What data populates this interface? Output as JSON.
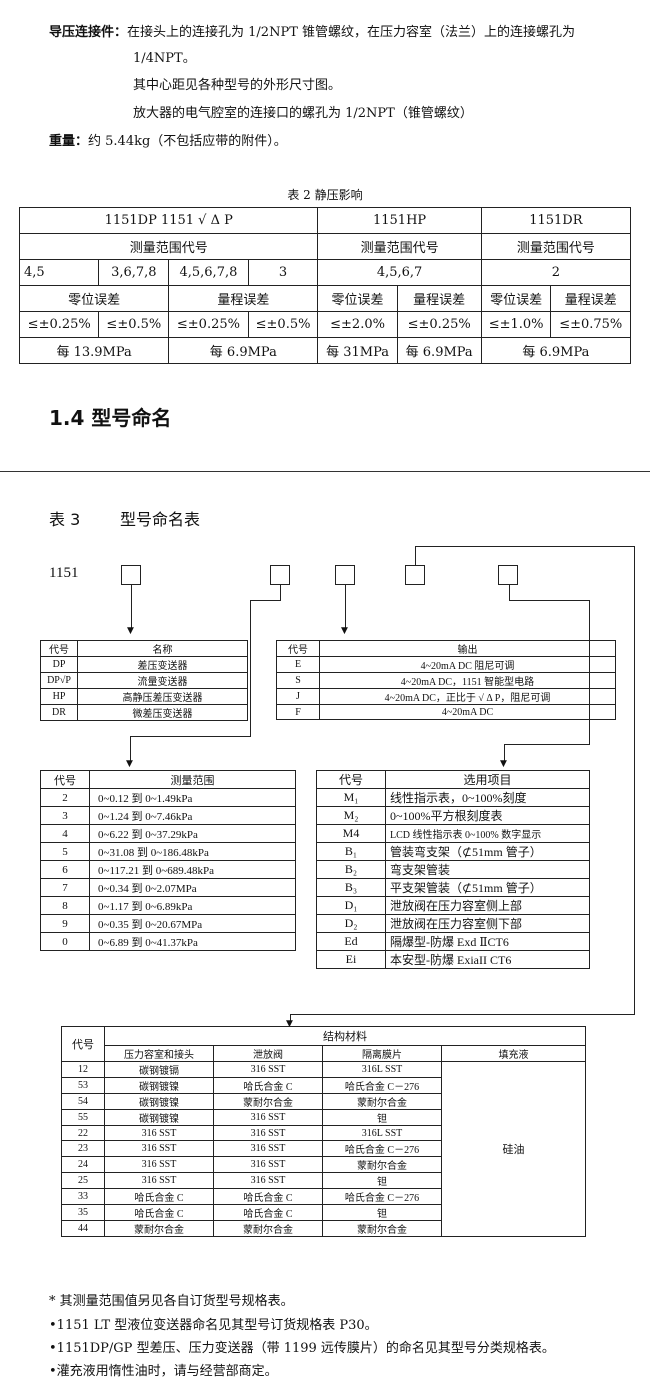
{
  "intro": {
    "label_conn": "导压连接件：",
    "line1": "在接头上的连接孔为 1/2NPT 锥管螺纹，在压力容室（法兰）上的连接螺孔为",
    "line2": "1/4NPT。",
    "line3": "其中心距见各种型号的外形尺寸图。",
    "line4": "放大器的电气腔室的连接口的螺孔为 1/2NPT（锥管螺纹）",
    "label_weight": "重量：",
    "weight_text": "约 5.44kg（不包括应带的附件）。"
  },
  "table2": {
    "caption": "表 2  静压影响",
    "head": [
      "1151DP      1151 √ Δ P",
      "1151HP",
      "1151DR"
    ],
    "range_code": "测量范围代号",
    "codes": [
      "4,5",
      "3,6,7,8",
      "4,5,6,7,8",
      "3",
      "4,5,6,7",
      "2"
    ],
    "zero_err": "零位误差",
    "span_err": "量程误差",
    "values": [
      "≤±0.25%",
      "≤±0.5%",
      "≤±0.25%",
      "≤±0.5%",
      "≤±2.0%",
      "≤±0.25%",
      "≤±1.0%",
      "≤±0.75%"
    ],
    "per": [
      "每 13.9MPa",
      "每 6.9MPa",
      "每 31MPa",
      "每 6.9MPa",
      "每 6.9MPa"
    ]
  },
  "section_heading": "1.4  型号命名",
  "table3": {
    "title_num": "表 3",
    "title_text": "型号命名表",
    "model_prefix": "1151"
  },
  "type_table": {
    "header": [
      "代号",
      "名称"
    ],
    "rows": [
      [
        "DP",
        "差压变送器"
      ],
      [
        "DP√P",
        "流量变送器"
      ],
      [
        "HP",
        "高静压差压变送器"
      ],
      [
        "DR",
        "微差压变送器"
      ]
    ]
  },
  "output_table": {
    "header": [
      "代号",
      "输出"
    ],
    "rows": [
      [
        "E",
        "4~20mA DC 阻尼可调"
      ],
      [
        "S",
        "4~20mA DC，1151 智能型电路"
      ],
      [
        "J",
        "4~20mA DC，正比于 √ Δ P，阻尼可调"
      ],
      [
        "F",
        "4~20mA DC"
      ]
    ]
  },
  "range_table": {
    "header": [
      "代号",
      "测量范围"
    ],
    "rows": [
      [
        "2",
        "0~0.12 到 0~1.49kPa"
      ],
      [
        "3",
        "0~1.24 到 0~7.46kPa"
      ],
      [
        "4",
        "0~6.22 到 0~37.29kPa"
      ],
      [
        "5",
        "0~31.08 到 0~186.48kPa"
      ],
      [
        "6",
        "0~117.21 到 0~689.48kPa"
      ],
      [
        "7",
        "0~0.34 到 0~2.07MPa"
      ],
      [
        "8",
        "0~1.17 到 0~6.89kPa"
      ],
      [
        "9",
        "0~0.35 到 0~20.67MPa"
      ],
      [
        "0",
        "0~6.89 到 0~41.37kPa"
      ]
    ]
  },
  "option_table": {
    "header": [
      "代号",
      "选用项目"
    ],
    "rows": [
      [
        "M₁",
        "线性指示表，0~100%刻度"
      ],
      [
        "M₂",
        "0~100%平方根刻度表"
      ],
      [
        "M4",
        "LCD 线性指示表 0~100% 数字显示"
      ],
      [
        "B₁",
        "管装弯支架（⊄51mm 管子）"
      ],
      [
        "B₂",
        "弯支架管装"
      ],
      [
        "B₃",
        "平支架管装（⊄51mm 管子）"
      ],
      [
        "D₁",
        "泄放阀在压力容室侧上部"
      ],
      [
        "D₂",
        "泄放阀在压力容室侧下部"
      ],
      [
        "Ed",
        "隔爆型-防爆 Exd  ⅡCT6"
      ],
      [
        "Ei",
        "本安型-防爆 ExiaII CT6"
      ]
    ]
  },
  "material_table": {
    "code_header": "代号",
    "group_header": "结构材料",
    "sub_headers": [
      "压力容室和接头",
      "泄放阀",
      "隔离膜片",
      "填充液"
    ],
    "fill": "硅油",
    "rows": [
      [
        "12",
        "碳钢镀镉",
        "316 SST",
        "316L SST"
      ],
      [
        "53",
        "碳钢镀镍",
        "哈氏合金 C",
        "哈氏合金 C－276"
      ],
      [
        "54",
        "碳钢镀镍",
        "蒙耐尔合金",
        "蒙耐尔合金"
      ],
      [
        "55",
        "碳钢镀镍",
        "316 SST",
        "钽"
      ],
      [
        "22",
        "316 SST",
        "316 SST",
        "316L SST"
      ],
      [
        "23",
        "316 SST",
        "316 SST",
        "哈氏合金 C－276"
      ],
      [
        "24",
        "316 SST",
        "316 SST",
        "蒙耐尔合金"
      ],
      [
        "25",
        "316 SST",
        "316 SST",
        "钽"
      ],
      [
        "33",
        "哈氏合金 C",
        "哈氏合金 C",
        "哈氏合金 C－276"
      ],
      [
        "35",
        "哈氏合金 C",
        "哈氏合金 C",
        "钽"
      ],
      [
        "44",
        "蒙耐尔合金",
        "蒙耐尔合金",
        "蒙耐尔合金"
      ]
    ]
  },
  "notes": [
    "*  其测量范围值另见各自订货型号规格表。",
    "•1151 LT 型液位变送器命名见其型号订货规格表 P30。",
    "•1151DP/GP 型差压、压力变送器（带 1199 远传膜片）的命名见其型号分类规格表。",
    "•灌充液用惰性油时，请与经营部商定。"
  ]
}
